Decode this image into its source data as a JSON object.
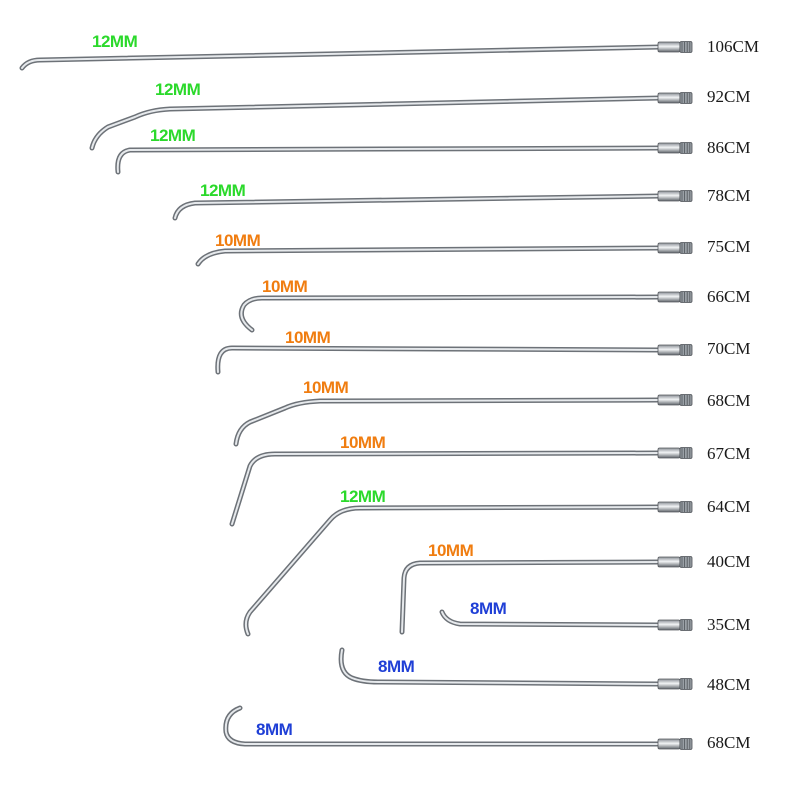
{
  "colors": {
    "12MM": "#2bd92b",
    "10MM": "#f07d10",
    "8MM": "#1f3fd6",
    "rod_dark": "#6d7278",
    "rod_light": "#e6e9ec",
    "text": "#1a1a1a"
  },
  "rods": [
    {
      "diameter": "12MM",
      "length": "106CM"
    },
    {
      "diameter": "12MM",
      "length": "92CM"
    },
    {
      "diameter": "12MM",
      "length": "86CM"
    },
    {
      "diameter": "12MM",
      "length": "78CM"
    },
    {
      "diameter": "10MM",
      "length": "75CM"
    },
    {
      "diameter": "10MM",
      "length": "66CM"
    },
    {
      "diameter": "10MM",
      "length": "70CM"
    },
    {
      "diameter": "10MM",
      "length": "68CM"
    },
    {
      "diameter": "10MM",
      "length": "67CM"
    },
    {
      "diameter": "12MM",
      "length": "64CM"
    },
    {
      "diameter": "10MM",
      "length": "40CM"
    },
    {
      "diameter": "8MM",
      "length": "35CM"
    },
    {
      "diameter": "8MM",
      "length": "48CM"
    },
    {
      "diameter": "8MM",
      "length": "68CM"
    }
  ]
}
